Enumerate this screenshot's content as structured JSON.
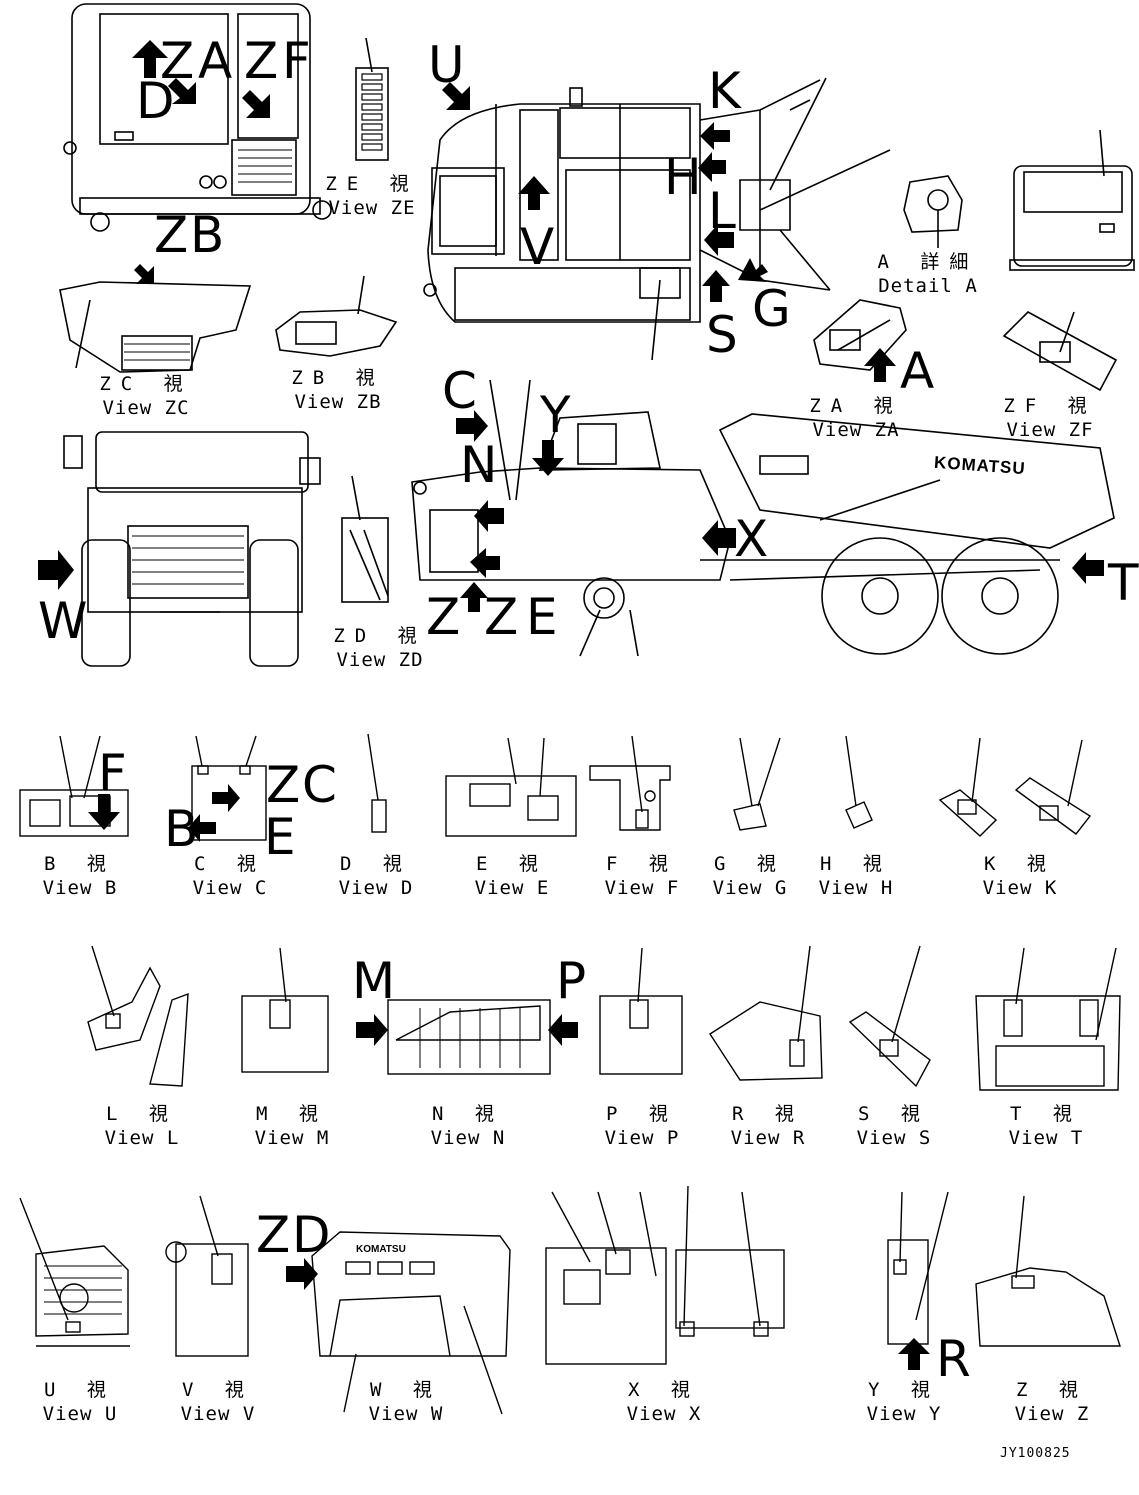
{
  "views": [
    {
      "id": "ZE",
      "jp": "ZE 視",
      "en": "View ZE"
    },
    {
      "id": "ZC",
      "jp": "ZC 視",
      "en": "View ZC"
    },
    {
      "id": "ZB",
      "jp": "ZB 視",
      "en": "View ZB"
    },
    {
      "id": "ZA",
      "jp": "ZA 視",
      "en": "View ZA"
    },
    {
      "id": "ZF",
      "jp": "ZF 視",
      "en": "View ZF"
    },
    {
      "id": "ZD",
      "jp": "ZD 視",
      "en": "View ZD"
    },
    {
      "id": "DetA",
      "jp": "A 詳細",
      "en": "Detail A"
    },
    {
      "id": "B",
      "jp": "B 視",
      "en": "View B"
    },
    {
      "id": "C",
      "jp": "C 視",
      "en": "View C"
    },
    {
      "id": "D",
      "jp": "D 視",
      "en": "View D"
    },
    {
      "id": "E",
      "jp": "E 視",
      "en": "View E"
    },
    {
      "id": "F",
      "jp": "F 視",
      "en": "View F"
    },
    {
      "id": "G",
      "jp": "G 視",
      "en": "View G"
    },
    {
      "id": "H",
      "jp": "H 視",
      "en": "View H"
    },
    {
      "id": "K",
      "jp": "K 視",
      "en": "View K"
    },
    {
      "id": "L",
      "jp": "L 視",
      "en": "View L"
    },
    {
      "id": "M",
      "jp": "M 視",
      "en": "View M"
    },
    {
      "id": "N",
      "jp": "N 視",
      "en": "View N"
    },
    {
      "id": "P",
      "jp": "P 視",
      "en": "View P"
    },
    {
      "id": "R",
      "jp": "R 視",
      "en": "View R"
    },
    {
      "id": "S",
      "jp": "S 視",
      "en": "View S"
    },
    {
      "id": "T",
      "jp": "T 視",
      "en": "View T"
    },
    {
      "id": "U",
      "jp": "U 視",
      "en": "View U"
    },
    {
      "id": "V",
      "jp": "V 視",
      "en": "View V"
    },
    {
      "id": "W",
      "jp": "W 視",
      "en": "View W"
    },
    {
      "id": "X",
      "jp": "X 視",
      "en": "View X"
    },
    {
      "id": "Y",
      "jp": "Y 視",
      "en": "View Y"
    },
    {
      "id": "Z",
      "jp": "Z 視",
      "en": "View Z"
    }
  ],
  "markers": [
    "Z",
    "A",
    "Z",
    "F",
    "D",
    "Z",
    "B",
    "U",
    "K",
    "H",
    "L",
    "V",
    "G",
    "S",
    "A",
    "C",
    "Y",
    "N",
    "X",
    "T",
    "W",
    "Z",
    "Z",
    "E",
    "F",
    "Z",
    "C",
    "B",
    "E",
    "M",
    "P",
    "Z",
    "D",
    "R"
  ],
  "brand": "KOMATSU",
  "drawing_code": "JY100825"
}
